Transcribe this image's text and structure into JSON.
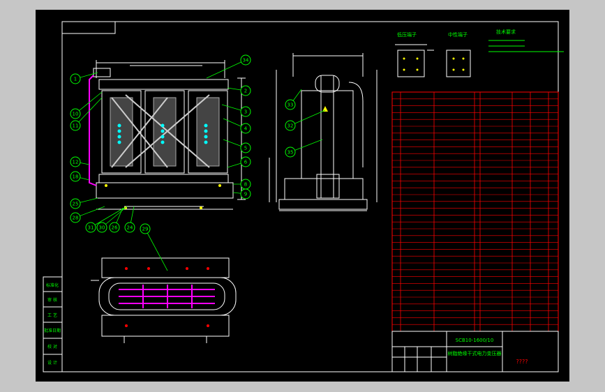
{
  "title": {
    "model": "SCB10-1600/10",
    "name": "树脂绝缘干式电力变压器",
    "drawing_no": "????"
  },
  "callouts": [
    "1",
    "10",
    "11",
    "12",
    "18",
    "25",
    "28",
    "31",
    "30",
    "24",
    "26",
    "29",
    "34",
    "2",
    "3",
    "4",
    "5",
    "6",
    "8",
    "9",
    "33",
    "32",
    "35"
  ],
  "side_blocks": [
    "标准化",
    "审 核",
    "工 艺",
    "批准日期",
    "校 对",
    "设 计"
  ],
  "views": {
    "detail_a": "低压端子",
    "detail_b": "中性端子",
    "tech_req_title": "技术要求"
  },
  "colors": {
    "background": "#000000",
    "frame": "#ffffff",
    "geometry": "#ffffff",
    "callout": "#00ff00",
    "table": "#ff0000",
    "accent_cyan": "#00ffff",
    "accent_magenta": "#ff00ff",
    "accent_yellow": "#ffff00"
  }
}
